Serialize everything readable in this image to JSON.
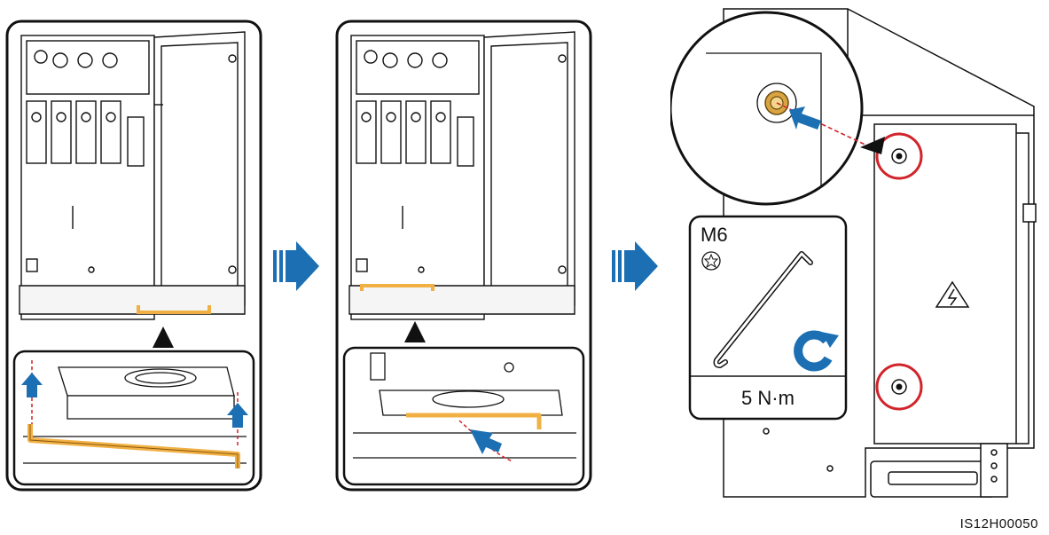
{
  "figure": {
    "figure_id": "IS12H00050"
  },
  "step3": {
    "screw_size": "M6",
    "torque": "5 N·m"
  },
  "colors": {
    "line": "#1a1a1a",
    "arrow_blue": "#1c6fb3",
    "highlight_red": "#d1242a",
    "wire_orange": "#f1b043",
    "screw_gold": "#d9a441"
  }
}
